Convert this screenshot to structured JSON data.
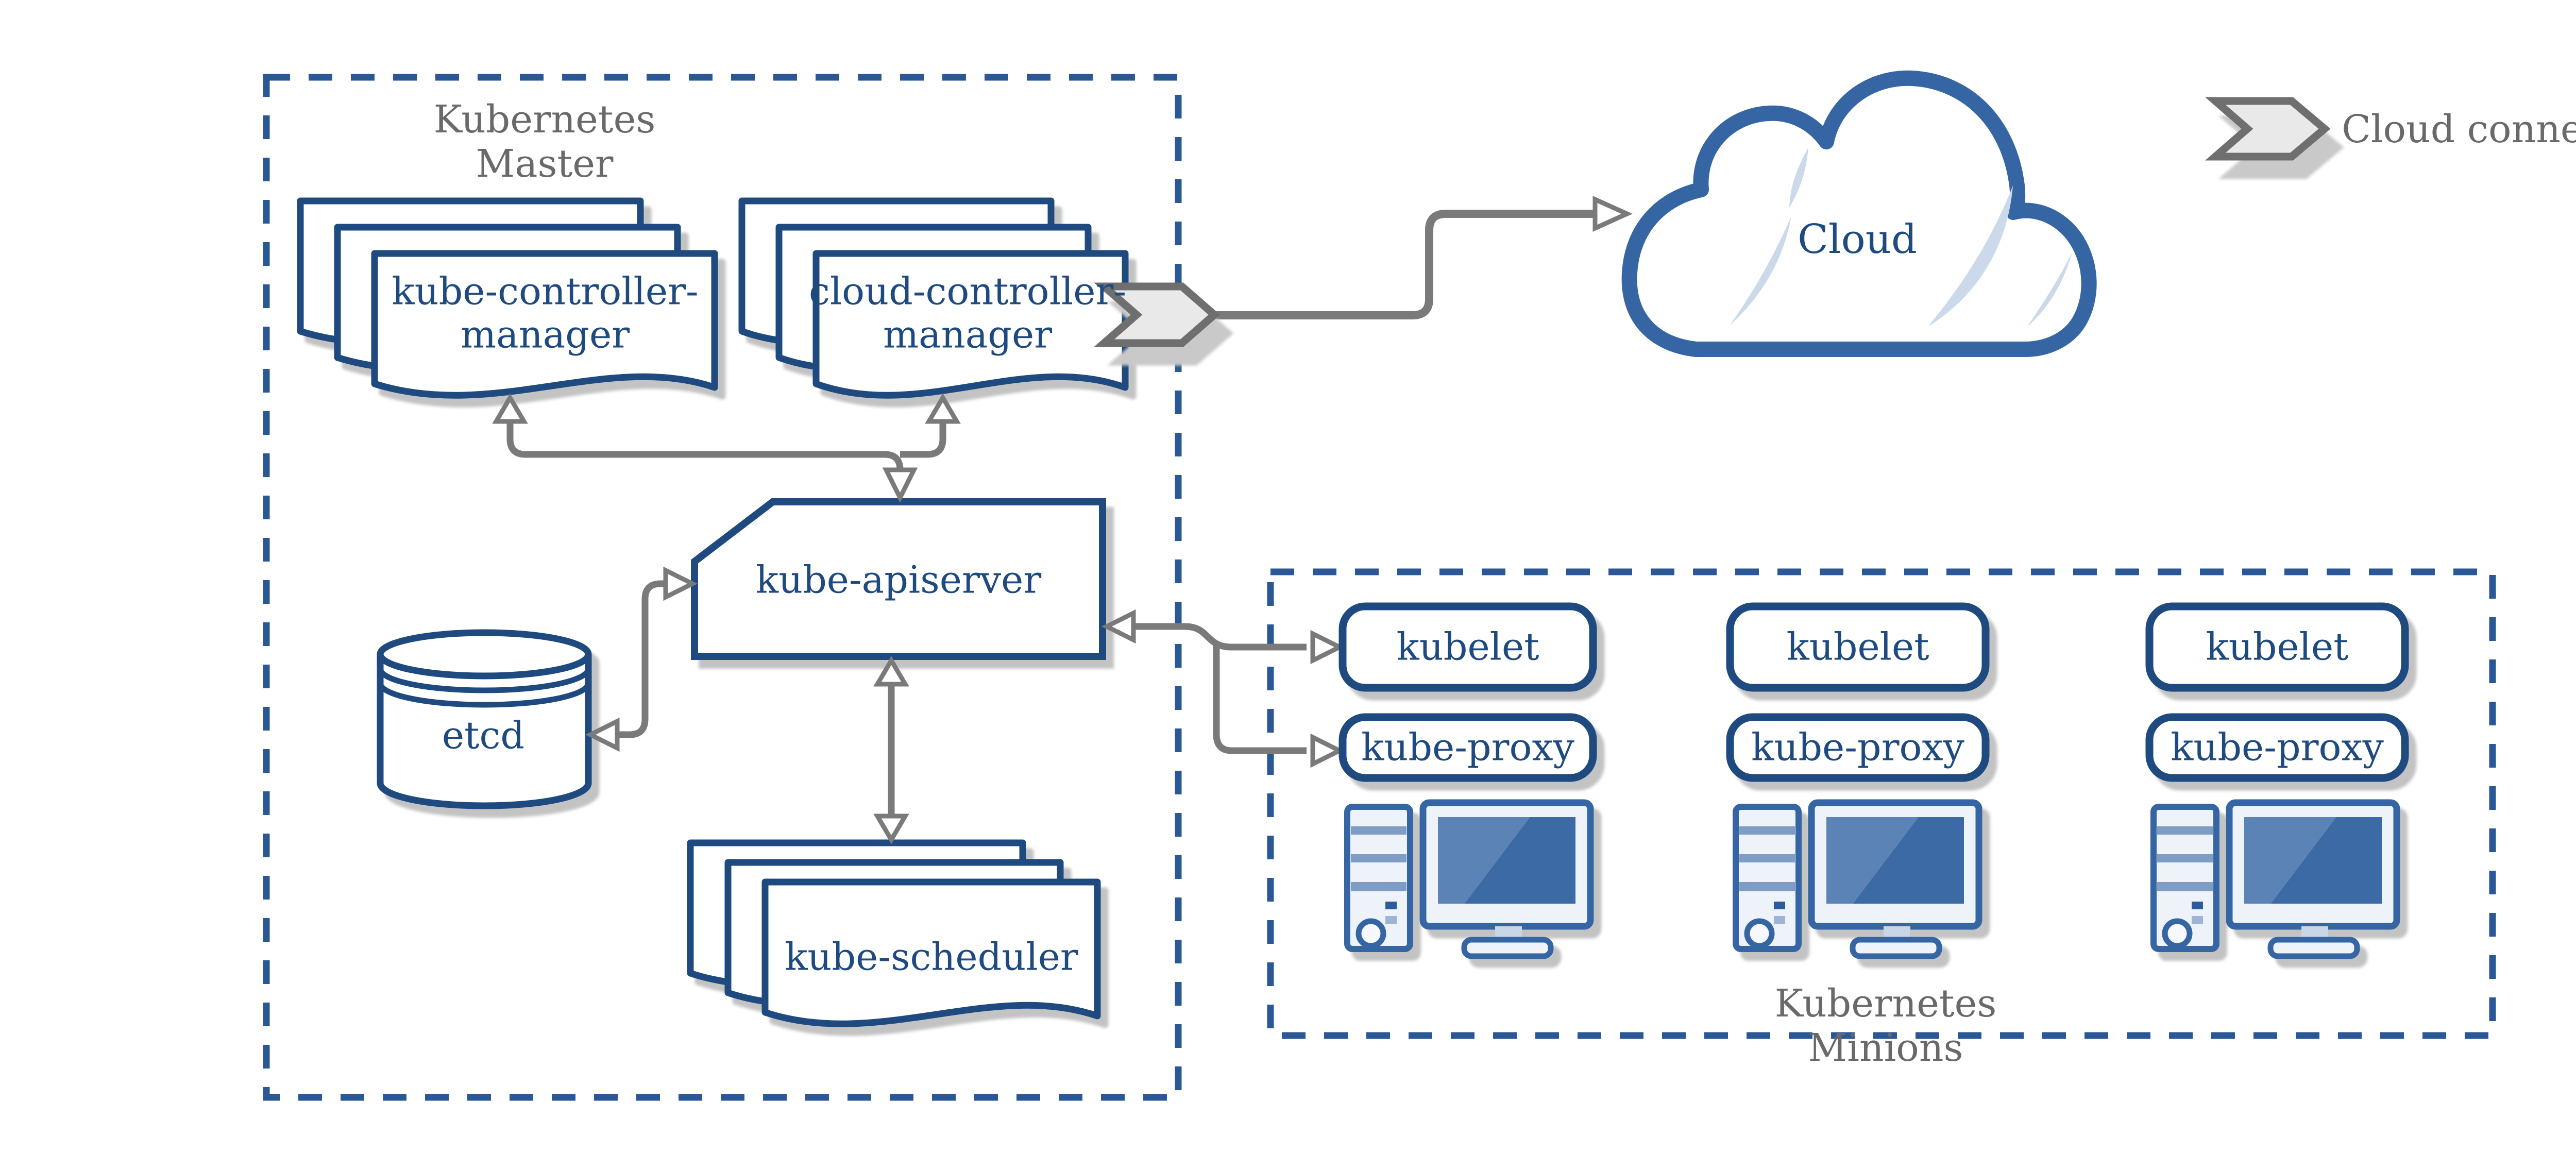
{
  "master": {
    "title_line1": "Kubernetes",
    "title_line2": "Master",
    "components": {
      "kube_controller_manager": {
        "line1": "kube-controller-",
        "line2": "manager"
      },
      "cloud_controller_manager": {
        "line1": "cloud-controller-",
        "line2": "manager"
      },
      "kube_apiserver": {
        "label": "kube-apiserver"
      },
      "etcd": {
        "label": "etcd"
      },
      "kube_scheduler": {
        "label": "kube-scheduler"
      }
    }
  },
  "cloud": {
    "label": "Cloud"
  },
  "legend": {
    "label": "Cloud connector"
  },
  "minions": {
    "title_line1": "Kubernetes",
    "title_line2": "Minions",
    "nodes": [
      {
        "kubelet": "kubelet",
        "kube_proxy": "kube-proxy"
      },
      {
        "kubelet": "kubelet",
        "kube_proxy": "kube-proxy"
      },
      {
        "kubelet": "kubelet",
        "kube_proxy": "kube-proxy"
      }
    ]
  },
  "icons": {
    "cloud_connector": "chevron-flag-arrow",
    "minion_hardware": "desktop-computer",
    "etcd_storage": "database-cylinder",
    "cloud": "cloud-outline"
  },
  "colors": {
    "navy_border_text": "#1e4a80",
    "medium_blue": "#3566a3",
    "dashed_border_blue": "#2a5795",
    "gray_title_text": "#696969",
    "arrow_gray": "#7a7a7a",
    "chevron_fill": "#e9e9e9",
    "chevron_border": "#6f6f6f",
    "shadow_gray": "#c3c3c3",
    "cloud_accent_light_blue": "#ccd9ea",
    "screen_blue": "#3b6aa4"
  }
}
